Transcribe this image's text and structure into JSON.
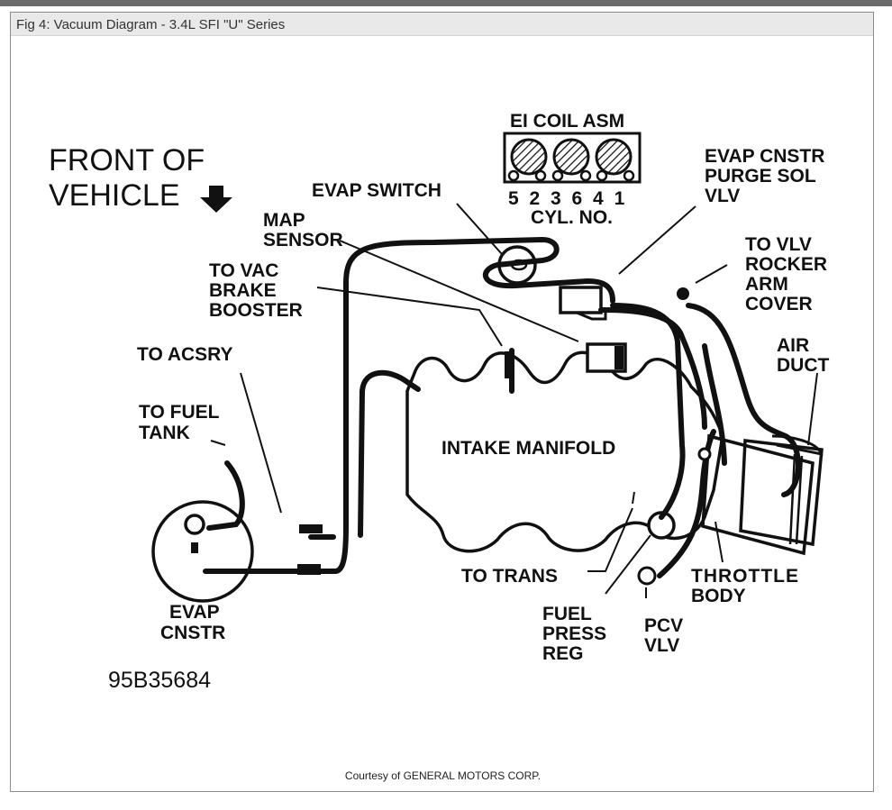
{
  "window": {
    "title": "Fig 4: Vacuum Diagram - 3.4L SFI \"U\" Series"
  },
  "diagram": {
    "labels": {
      "front_line1": "FRONT OF",
      "front_line2": "VEHICLE",
      "ei_coil": "EI COIL ASM",
      "cyl_numbers": "5 2 3 6 4 1",
      "cyl_no": "CYL. NO.",
      "evap_switch": "EVAP SWITCH",
      "map_line1": "MAP",
      "map_line2": "SENSOR",
      "vac_line1": "TO VAC",
      "vac_line2": "BRAKE",
      "vac_line3": "BOOSTER",
      "acsry": "TO ACSRY",
      "fuel_tank_line1": "TO FUEL",
      "fuel_tank_line2": "TANK",
      "evap_cnstr_line1": "EVAP",
      "evap_cnstr_line2": "CNSTR",
      "intake": "INTAKE MANIFOLD",
      "purge_line1": "EVAP CNSTR",
      "purge_line2": "PURGE SOL",
      "purge_line3": "VLV",
      "rocker_line1": "TO VLV",
      "rocker_line2": "ROCKER",
      "rocker_line3": "ARM",
      "rocker_line4": "COVER",
      "air_line1": "AIR",
      "air_line2": "DUCT",
      "trans": "TO TRANS",
      "fuel_press_line1": "FUEL",
      "fuel_press_line2": "PRESS",
      "fuel_press_line3": "REG",
      "pcv_line1": "PCV",
      "pcv_line2": "VLV",
      "throttle_line1": "THROTTLE",
      "throttle_line2": "BODY",
      "fig_number": "95B35684"
    }
  },
  "footer": {
    "courtesy": "Courtesy of GENERAL MOTORS CORP."
  }
}
